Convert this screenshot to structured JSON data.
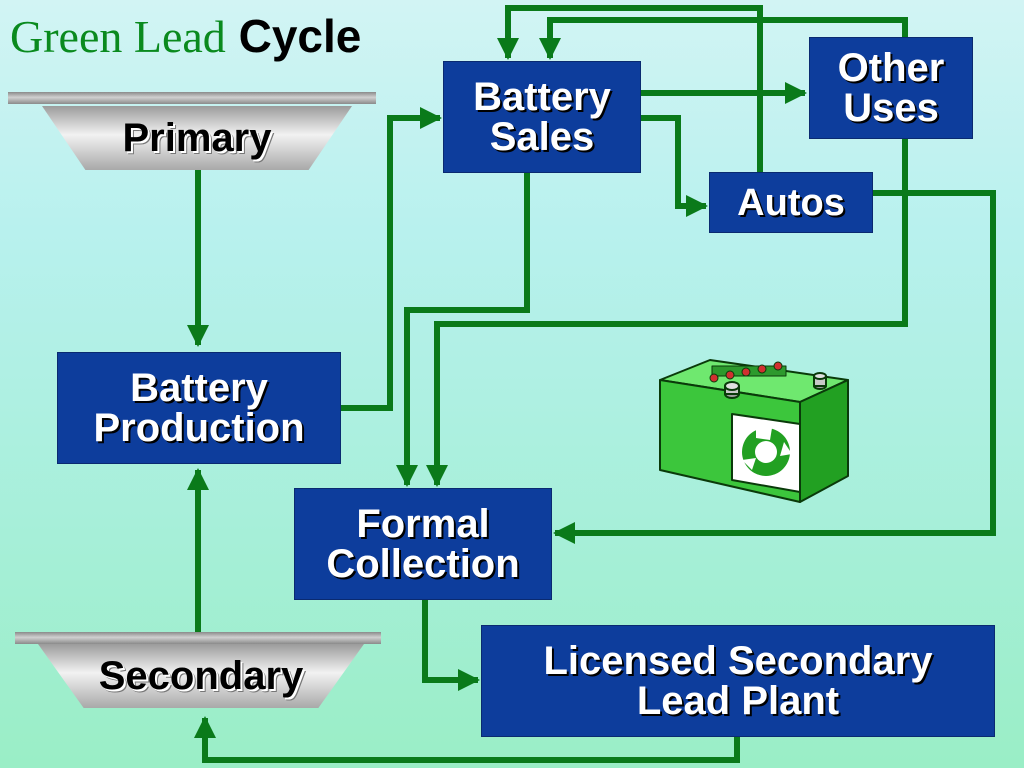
{
  "title": {
    "part1": "Green Lead",
    "part2": "Cycle"
  },
  "levels": {
    "primary": "Primary",
    "secondary": "Secondary"
  },
  "nodes": {
    "battery_sales": [
      "Battery",
      "Sales"
    ],
    "other_uses": [
      "Other",
      "Uses"
    ],
    "autos": "Autos",
    "battery_production": [
      "Battery",
      "Production"
    ],
    "formal_collection": [
      "Formal",
      "Collection"
    ],
    "licensed_plant": [
      "Licensed Secondary",
      "Lead Plant"
    ]
  },
  "colors": {
    "box_fill": "#0d3d9c",
    "arrow": "#0a7a1a",
    "title_green": "#0a8a1e",
    "battery_body": "#3cc63c"
  },
  "icons": {
    "battery": "car-battery-recycle-icon"
  }
}
